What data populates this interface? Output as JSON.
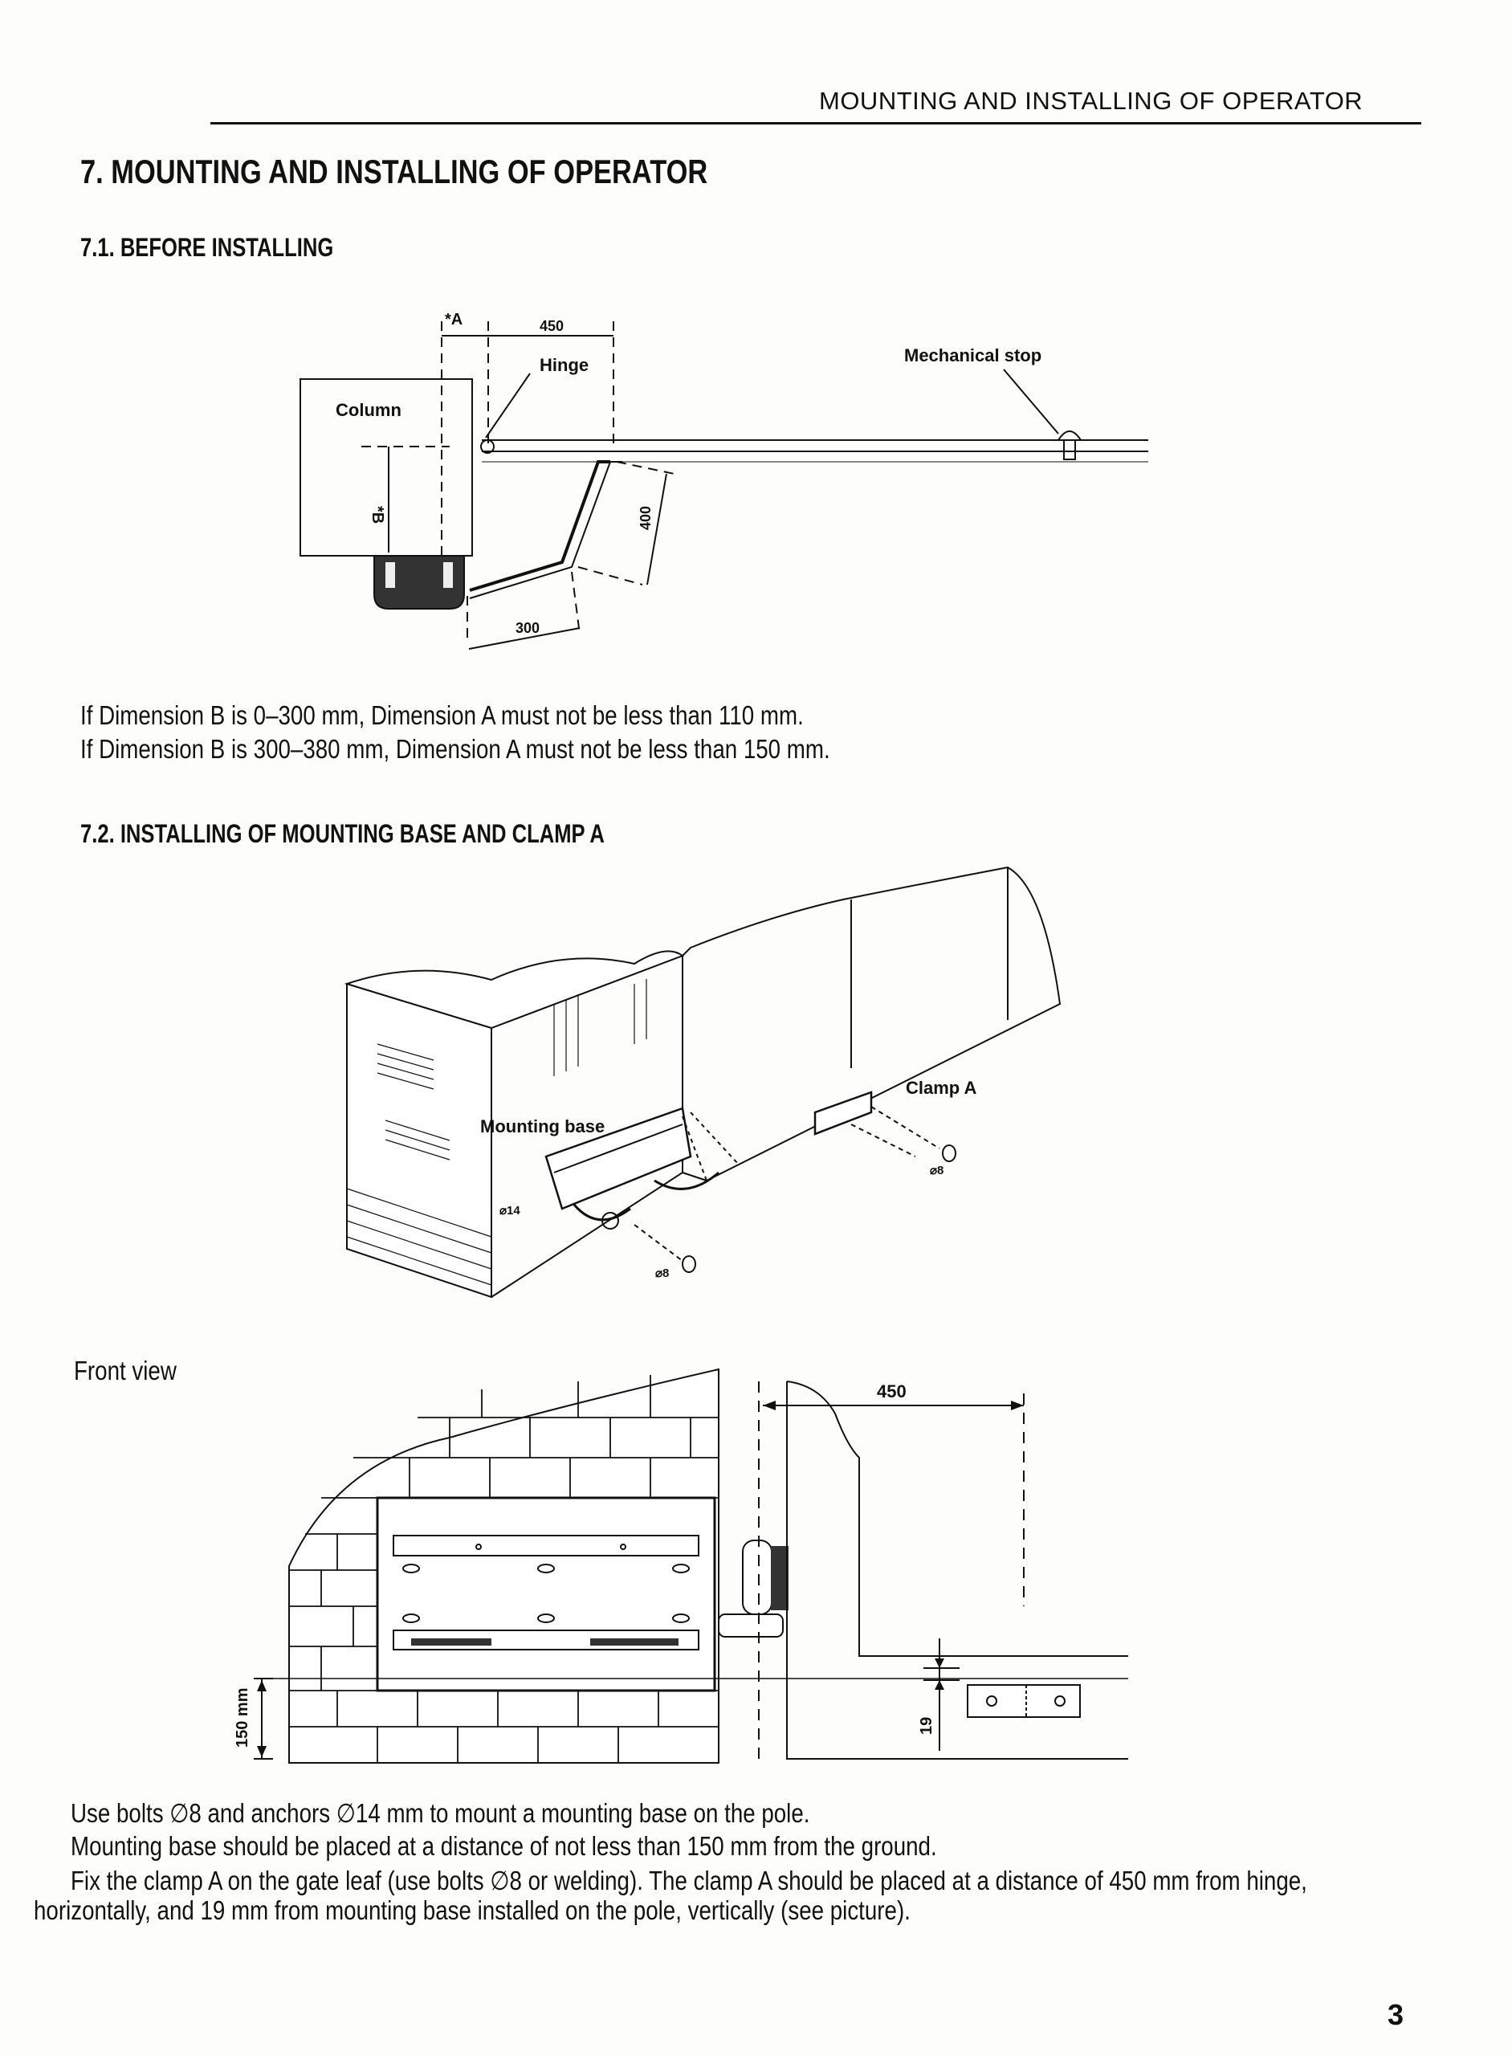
{
  "header": {
    "running_title": "MOUNTING AND INSTALLING OF OPERATOR"
  },
  "section": {
    "title": "7. MOUNTING AND INSTALLING OF OPERATOR",
    "sub1": "7.1.  BEFORE INSTALLING",
    "sub2": "7.2.  INSTALLING OF MOUNTING BASE AND CLAMP A"
  },
  "diagram1": {
    "dim_a": "*A",
    "dim_450": "450",
    "hinge": "Hinge",
    "mechanical_stop": "Mechanical stop",
    "column": "Column",
    "dim_b": "*B",
    "dim_400": "400",
    "dim_300": "300"
  },
  "rules": [
    "If Dimension B is 0–300 mm, Dimension A must not be less than 110 mm.",
    "If Dimension B is 300–380 mm, Dimension A must not be less than 150 mm."
  ],
  "diagram2": {
    "clamp_a": "Clamp A",
    "mounting_base": "Mounting base",
    "anchor_14": "⌀14",
    "bolt_8a": "⌀8",
    "bolt_8b": "⌀8"
  },
  "front_view": {
    "label": "Front view",
    "dim_450": "450",
    "dim_150": "150 mm",
    "dim_19": "19"
  },
  "instructions": [
    "Use bolts ∅8 and anchors ∅14 mm to mount a mounting base on the pole.",
    "Mounting base should be placed at a distance of not less than 150 mm from the ground.",
    "Fix the clamp A on the gate leaf (use bolts ∅8 or welding). The clamp A should be placed at a distance of 450 mm from hinge,",
    "horizontally, and 19 mm from mounting base installed on the pole, vertically (see picture)."
  ],
  "page_number": "3"
}
